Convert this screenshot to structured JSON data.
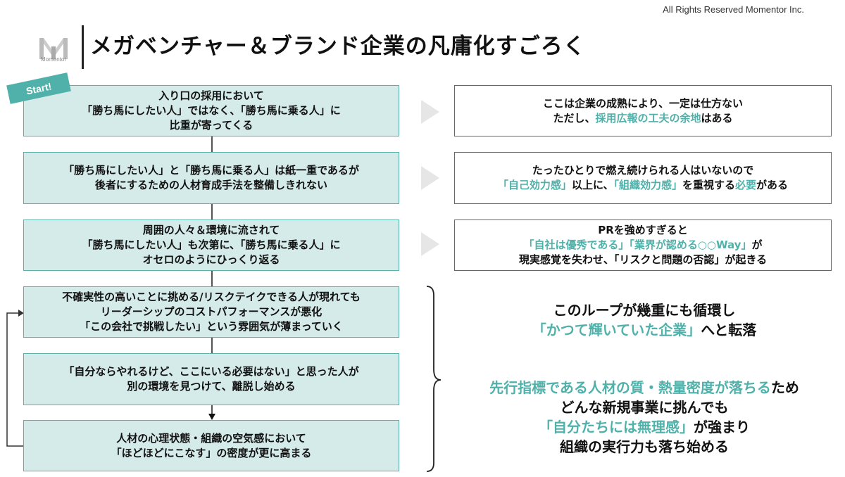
{
  "header": {
    "copyright": "All Rights Reserved Momentor Inc.",
    "logo_text": "Momentor",
    "title": "メガベンチャー＆ブランド企業の凡庸化すごろく"
  },
  "start_label": "Start!",
  "steps": [
    "入り口の採用において\n「勝ち馬にしたい人」ではなく、「勝ち馬に乗る人」に\n比重が寄ってくる",
    "「勝ち馬にしたい人」と「勝ち馬に乗る人」は紙一重であるが\n後者にするための人材育成手法を整備しきれない",
    "周囲の人々＆環境に流されて\n「勝ち馬にしたい人」も次第に、「勝ち馬に乗る人」に\nオセロのようにひっくり返る",
    "不確実性の高いことに挑める/リスクテイクできる人が現れても\nリーダーシップのコストパフォーマンスが悪化\n「この会社で挑戦したい」という雰囲気が薄まっていく",
    "「自分ならやれるけど、ここにいる必要はない」と思った人が\n別の環境を見つけて、離脱し始める",
    "人材の心理状態・組織の空気感において\n「ほどほどにこなす」の密度が更に高まる"
  ],
  "notes": {
    "n1": {
      "l1": "ここは企業の成熟により、一定は仕方ない",
      "l2a": "ただし、",
      "l2b": "採用広報の工夫の余地",
      "l2c": "はある"
    },
    "n2": {
      "l1": "たったひとりで燃え続けられる人はいないので",
      "l2a": "「自己効力感」",
      "l2b": "以上に、",
      "l2c": "「組織効力感」",
      "l2d": "を重視する",
      "l2e": "必要",
      "l2f": "がある"
    },
    "n3": {
      "l1": "PRを強めすぎると",
      "l2a": "「自社は優秀である」「業界が認める○○Way」",
      "l2b": "が",
      "l3": "現実感覚を失わせ、「リスクと問題の否認」が起きる"
    }
  },
  "summary1": {
    "l1": "このループが幾重にも循環し",
    "l2a": "「かつて輝いていた企業」",
    "l2b": "へと転落"
  },
  "summary2": {
    "l1a": "先行指標である人材の質・熱量密度が落ちる",
    "l1b": "ため",
    "l2": "どんな新規事業に挑んでも",
    "l3a": "「自分たちには無理感」",
    "l3b": "が強まり",
    "l4": "組織の実行力も落ち始める"
  },
  "colors": {
    "accent": "#4fb1aa",
    "box_fill": "#d5ebe9",
    "box_border": "#5ab1ac"
  }
}
